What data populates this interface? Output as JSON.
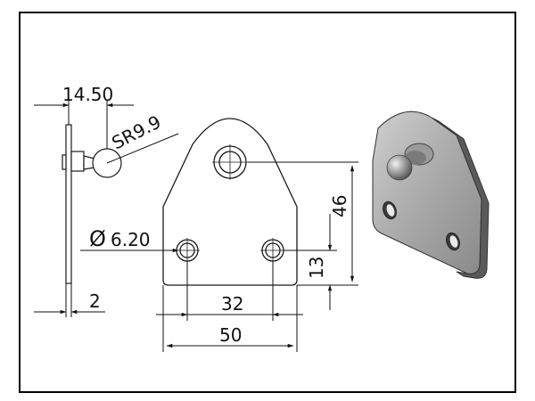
{
  "colors": {
    "frame": "#000000",
    "lines": "#1a1a1a",
    "part_fill": "#ffffff",
    "render_dark": "#5f5f5f",
    "render_mid": "#9a9a9a",
    "render_light": "#d6d6d6"
  },
  "dimensions": {
    "stud_offset": "14.50",
    "ball_radius": "SR9.9",
    "thickness": "2",
    "hole_diameter_symbol": "Ø",
    "hole_diameter_value": "6.20",
    "hole_spacing": "32",
    "overall_width": "50",
    "overall_height": "46",
    "hole_height": "13"
  }
}
